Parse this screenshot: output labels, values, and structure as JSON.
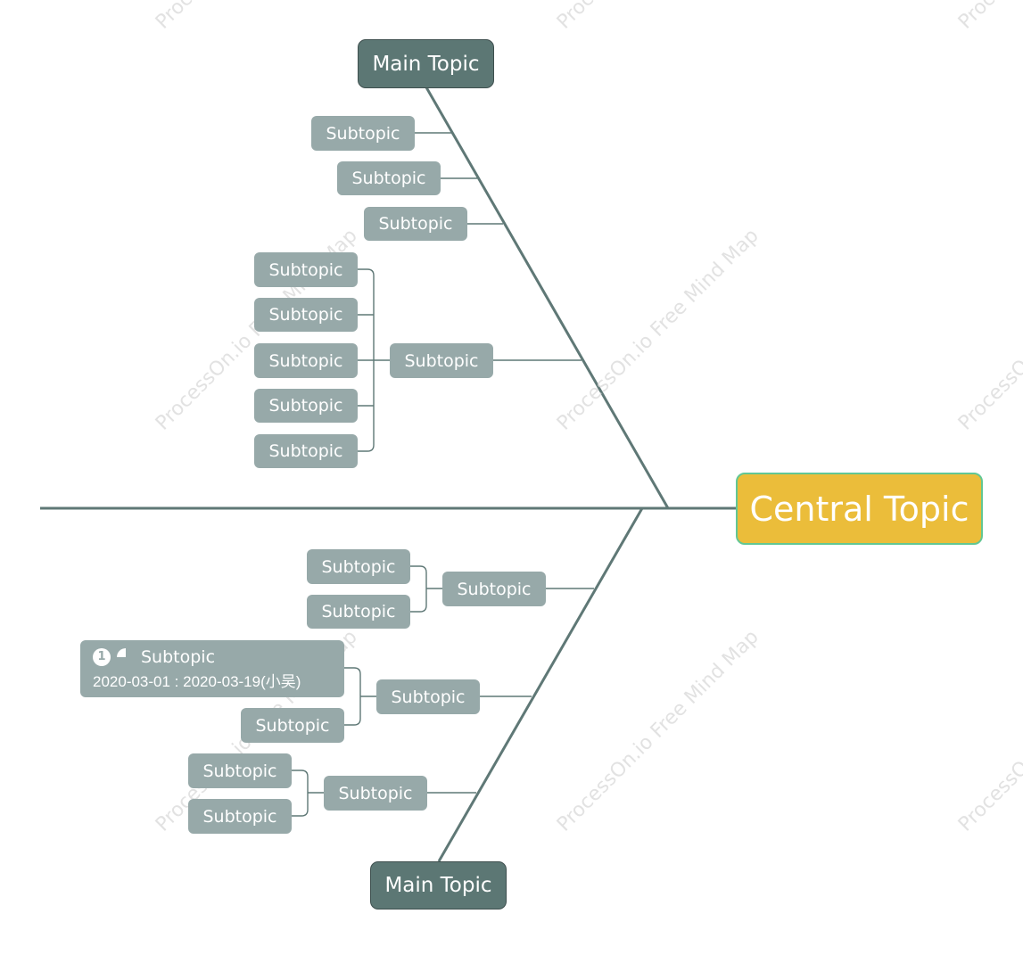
{
  "watermark": "ProcessOn.io Free Mind Map",
  "central_topic": "Central Topic",
  "upper_branch": {
    "main_topic": "Main Topic",
    "subtopics": [
      {
        "label": "Subtopic"
      },
      {
        "label": "Subtopic"
      },
      {
        "label": "Subtopic"
      },
      {
        "label": "Subtopic",
        "children": [
          "Subtopic",
          "Subtopic",
          "Subtopic",
          "Subtopic",
          "Subtopic"
        ]
      }
    ]
  },
  "lower_branch": {
    "main_topic": "Main Topic",
    "subtopics": [
      {
        "label": "Subtopic",
        "children": [
          "Subtopic",
          "Subtopic"
        ]
      },
      {
        "label": "Subtopic",
        "children": [
          {
            "priority": "1",
            "progress_icon": "progress-three-quarter-icon",
            "label": "Subtopic",
            "task": "2020-03-01 : 2020-03-19(小吴)"
          },
          {
            "label": "Subtopic"
          }
        ]
      },
      {
        "label": "Subtopic",
        "children": [
          "Subtopic",
          "Subtopic"
        ]
      }
    ]
  },
  "colors": {
    "spine": "#5f7876",
    "subtopic_fill": "#97a9a9",
    "main_topic_fill": "#5c7774",
    "central_fill": "#ebbd3a",
    "central_border": "#62c794"
  }
}
